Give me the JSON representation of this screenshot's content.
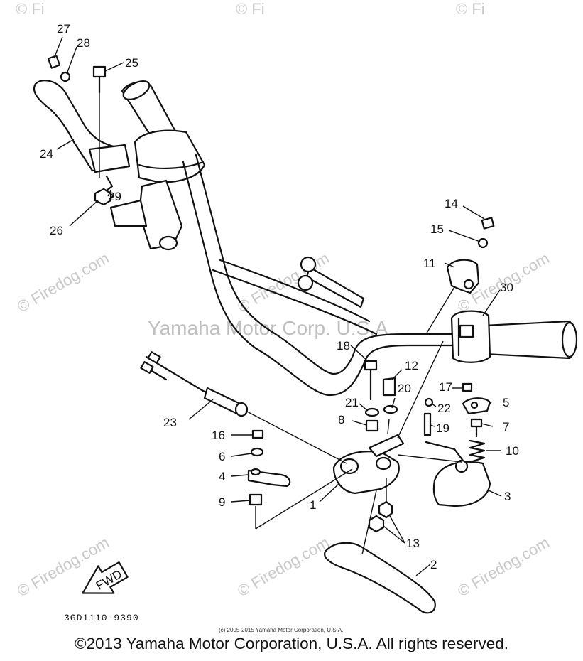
{
  "watermarks": {
    "firedog": "© Firedog.com",
    "corner_fragment_top_left": "© Fi",
    "corner_fragment_top_mid": "© Fi",
    "corner_fragment_top_right": "© Fi",
    "center": "Yamaha Motor Corp. U.S.A."
  },
  "callouts": [
    {
      "id": "27",
      "label": "27"
    },
    {
      "id": "28",
      "label": "28"
    },
    {
      "id": "25",
      "label": "25"
    },
    {
      "id": "24",
      "label": "24"
    },
    {
      "id": "29",
      "label": "29"
    },
    {
      "id": "26",
      "label": "26"
    },
    {
      "id": "14",
      "label": "14"
    },
    {
      "id": "15",
      "label": "15"
    },
    {
      "id": "11",
      "label": "11"
    },
    {
      "id": "30",
      "label": "30"
    },
    {
      "id": "18",
      "label": "18"
    },
    {
      "id": "12",
      "label": "12"
    },
    {
      "id": "21",
      "label": "21"
    },
    {
      "id": "20",
      "label": "20"
    },
    {
      "id": "17",
      "label": "17"
    },
    {
      "id": "5",
      "label": "5"
    },
    {
      "id": "22",
      "label": "22"
    },
    {
      "id": "8",
      "label": "8"
    },
    {
      "id": "19",
      "label": "19"
    },
    {
      "id": "7",
      "label": "7"
    },
    {
      "id": "23",
      "label": "23"
    },
    {
      "id": "16",
      "label": "16"
    },
    {
      "id": "10",
      "label": "10"
    },
    {
      "id": "6",
      "label": "6"
    },
    {
      "id": "4",
      "label": "4"
    },
    {
      "id": "3",
      "label": "3"
    },
    {
      "id": "9",
      "label": "9"
    },
    {
      "id": "1",
      "label": "1"
    },
    {
      "id": "13",
      "label": "13"
    },
    {
      "id": "2",
      "label": "2"
    }
  ],
  "fwd_label": "FWD",
  "drawing_code": "3GD1110-9390",
  "credit": "(c) 2005-2015 Yamaha Motor Corporation, U.S.A.",
  "footer": "©2013 Yamaha Motor Corporation, U.S.A. All rights reserved."
}
